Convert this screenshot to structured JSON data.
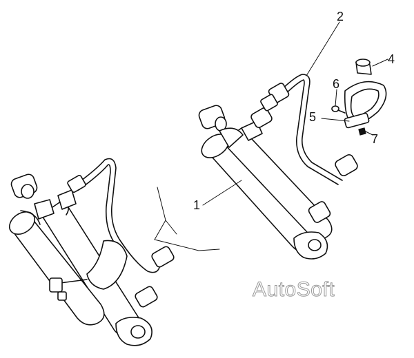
{
  "callouts": {
    "c1": "1",
    "c2": "2",
    "c4": "4",
    "c5": "5",
    "c6": "6",
    "c7": "7"
  },
  "watermark": "AutoSoft",
  "colors": {
    "line": "#111111",
    "background": "#ffffff",
    "watermark_outline": "#9a9a9a"
  }
}
